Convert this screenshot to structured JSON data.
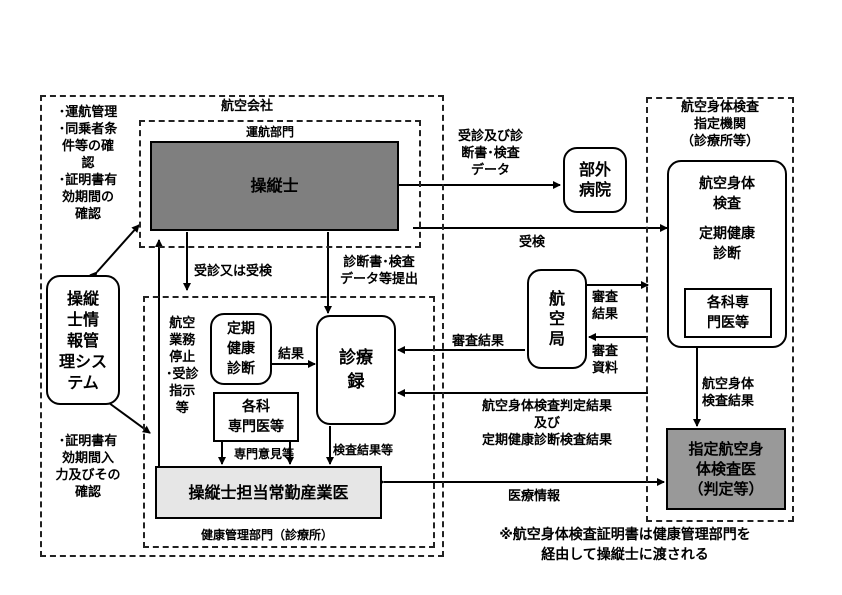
{
  "airline": {
    "title": "航空会社",
    "ops_dept": "運航部門",
    "pilot": "操縦士",
    "health_dept": "健康管理部門（診療所）",
    "regular_checkup": [
      "定期",
      "健康",
      "診断"
    ],
    "result": "結果",
    "medical_record": [
      "診療",
      "録"
    ],
    "specialists": [
      "各科",
      "専門医等"
    ],
    "specialist_opinion": "専門意見等",
    "exam_results": "検査結果等",
    "industrial_doctor": "操縦士担当常勤産業医",
    "suspension": [
      "航空",
      "業務",
      "停止",
      "･受診",
      "指示",
      "等"
    ],
    "visit_or_exam": "受診又は受検",
    "submit_docs": [
      "診断書･検査",
      "データ等提出"
    ]
  },
  "left_notes": {
    "top": [
      "･運航管理",
      "･同乗者条",
      "件等の確",
      "認",
      "･証明書有",
      "効期間の",
      "確認"
    ],
    "bottom": [
      "･証明書有",
      "効期間入",
      "力及びその",
      "確認"
    ]
  },
  "pilot_system": [
    "操縦",
    "士情",
    "報管",
    "理シス",
    "テム"
  ],
  "outside_hospital": [
    "部外",
    "病院"
  ],
  "outside_label": [
    "受診及び診",
    "断書･検査",
    "データ"
  ],
  "exam_label": "受検",
  "bureau": [
    "航",
    "空",
    "局"
  ],
  "review_result_label": [
    "審査",
    "結果"
  ],
  "review_docs_label": [
    "審査",
    "資料"
  ],
  "review_result_left": "審査結果",
  "designated": {
    "title": [
      "航空身体検査",
      "指定機関",
      "（診療所等）"
    ],
    "exam_box": [
      "航空身体",
      "検査",
      "",
      "定期健康",
      "診断"
    ],
    "specialists": [
      "各科専",
      "門医等"
    ],
    "exam_result": [
      "航空身体",
      "検査結果"
    ],
    "doctor": [
      "指定航空身",
      "体検査医",
      "（判定等）"
    ]
  },
  "judgement_label": [
    "航空身体検査判定結果",
    "及び",
    "定期健康診断検査結果"
  ],
  "medical_info": "医療情報",
  "footnote": [
    "※航空身体検査証明書は健康管理部門を",
    "経由して操縦士に渡される"
  ]
}
